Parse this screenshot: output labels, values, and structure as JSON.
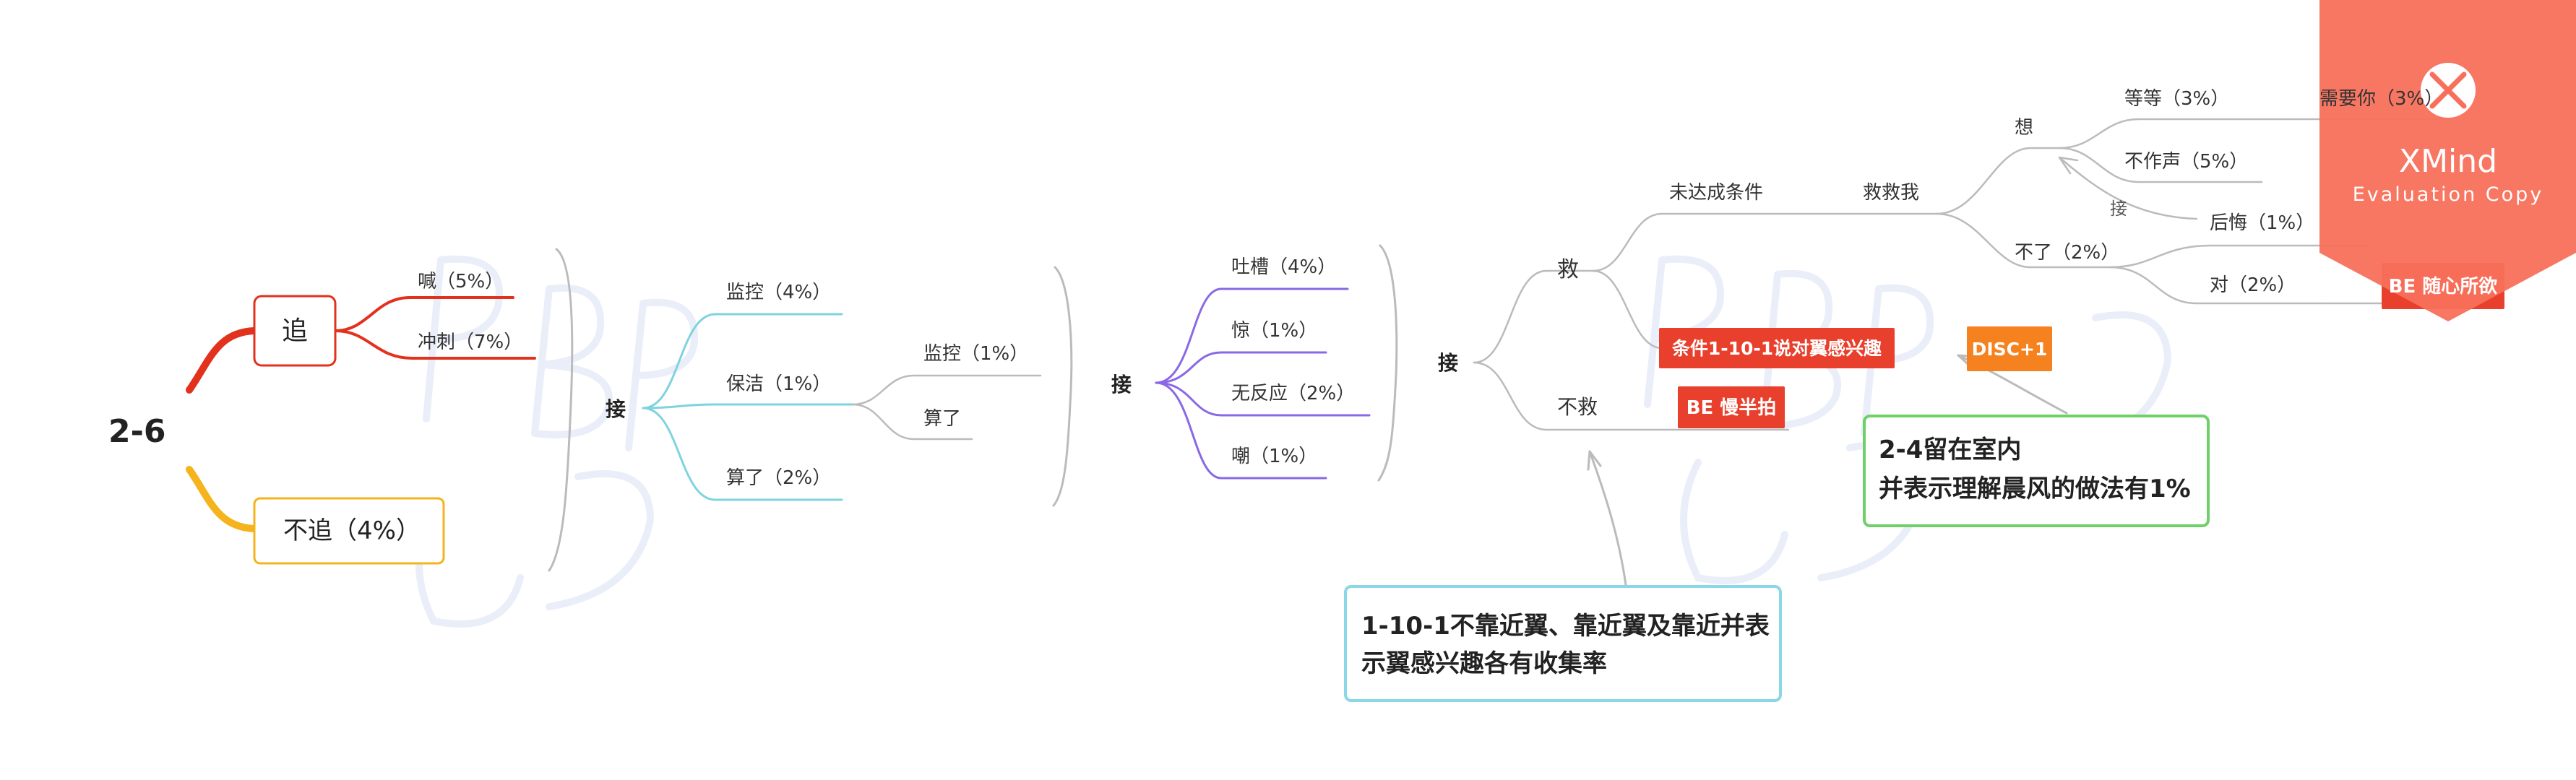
{
  "root": "2-6",
  "branches": {
    "chase": "追",
    "no_chase": "不追（4%）"
  },
  "chase_children": {
    "shout": "喊（5%）",
    "dash": "冲刺（7%）"
  },
  "level3": {
    "catch": "接",
    "monitor": "监控（4%）",
    "clean": "保洁（1%）",
    "forget": "算了（2%）",
    "clean_monitor": "监控（1%）",
    "clean_forget": "算了"
  },
  "level4": {
    "catch": "接",
    "roast": "吐槽（4%）",
    "shock": "惊（1%）",
    "no_reaction": "无反应（2%）",
    "mock": "嘲（1%）"
  },
  "level5": {
    "catch": "接",
    "save": "救",
    "not_save": "不救",
    "condition_unmet": "未达成条件",
    "save_me": "救救我",
    "think": "想",
    "wait": "等等（3%）",
    "need_you": "需要你（3%）",
    "silent": "不作声（5%）",
    "catch_small": "接",
    "regret": "后悔（1%）",
    "no_longer": "不了（2%）",
    "right": "对（2%）",
    "condition_tag": "条件1-10-1说对翼感兴趣",
    "disc_tag": "DISC+1",
    "be_slow": "BE 慢半拍",
    "be_free": "BE 随心所欲"
  },
  "notes": {
    "note1_line1": "1-10-1不靠近翼、靠近翼及靠近并表",
    "note1_line2": "示翼感兴趣各有收集率",
    "note2_line1": "2-4留在室内",
    "note2_line2": "并表示理解晨风的做法有1%"
  },
  "watermark": {
    "xmind": "XMind",
    "eval": "Evaluation Copy"
  },
  "colors": {
    "red": "#e2311d",
    "yellow": "#f5b31c",
    "cyan": "#7fd3df",
    "purple": "#8a68e6",
    "gray_line": "#bcbcbc",
    "orange": "#f5821f",
    "tag_red": "#e8402c",
    "green": "#6fcf6b",
    "note_cyan": "#8ad8e6",
    "xmind_bg": "#f8705b"
  }
}
